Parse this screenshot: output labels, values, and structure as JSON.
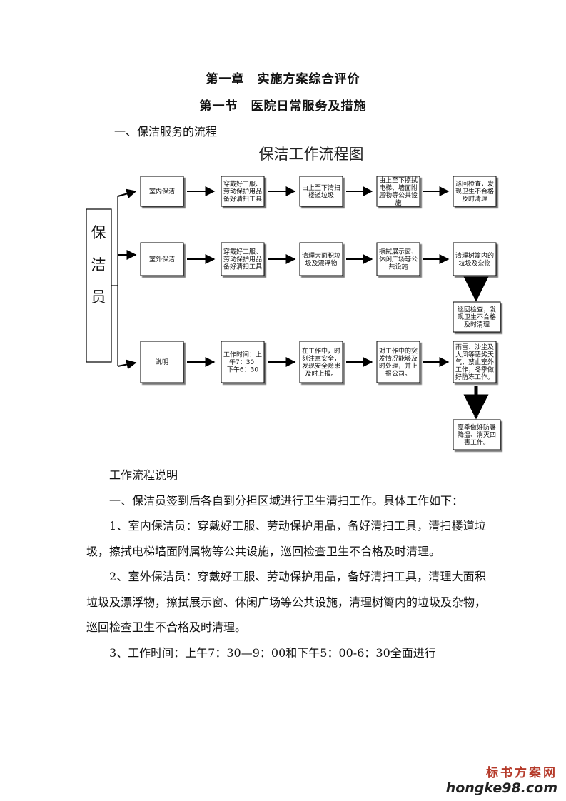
{
  "chapter_title": "第一章　实施方案综合评价",
  "section_title": "第一节　医院日常服务及措施",
  "subheading": "一、保洁服务的流程",
  "flowchart": {
    "title": "保洁工作流程图",
    "root": "保洁员",
    "rows": [
      {
        "label": "室内保洁",
        "steps": [
          "穿戴好工服、劳动保护用品备好清扫工具",
          "由上至下清扫楼道垃圾",
          "由上至下擦拭电梯、墙面附属物等公共设施",
          "巡回检查，发现卫生不合格及时清理"
        ]
      },
      {
        "label": "室外保洁",
        "steps": [
          "穿戴好工服、劳动保护用品备好清扫工具",
          "清理大面积垃圾及漂浮物",
          "擦拭展示窗、休闲广场等公共设施",
          "清理树篱内的垃圾及杂物"
        ],
        "extra": "巡回检查，发现卫生不合格及时清理"
      },
      {
        "label": "说明",
        "steps": [
          "工作时间：上午7：30 下午6：30",
          "在工作中，时刻注意安全，发现安全隐患及时上报。",
          "对工作中的突发情况能够及时处理，并上报公司。",
          "雨雪、沙尘及大风等恶劣天气，禁止室外工作，冬季做好防冻工作。"
        ],
        "extra": "夏季做好防暑降温、消灭四害工作。"
      }
    ]
  },
  "body_paragraphs": [
    "工作流程说明",
    "一、保洁员签到后各自到分担区域进行卫生清扫工作。具体工作如下：",
    "1、室内保洁员：穿戴好工服、劳动保护用品，备好清扫工具，清扫楼道垃圾，擦拭电梯墙面附属物等公共设施，巡回检查卫生不合格及时清理。",
    "2、室外保洁员：穿戴好工服、劳动保护用品，备好清扫工具，清理大面积垃圾及漂浮物，擦拭展示窗、休闲广场等公共设施，清理树篱内的垃圾及杂物，巡回检查卫生不合格及时清理。",
    "3、工作时间：上午7：30—9：00和下午5：00-6：30全面进行"
  ],
  "watermark": {
    "line1": "标书方案网",
    "line2": "hongke98.com"
  }
}
